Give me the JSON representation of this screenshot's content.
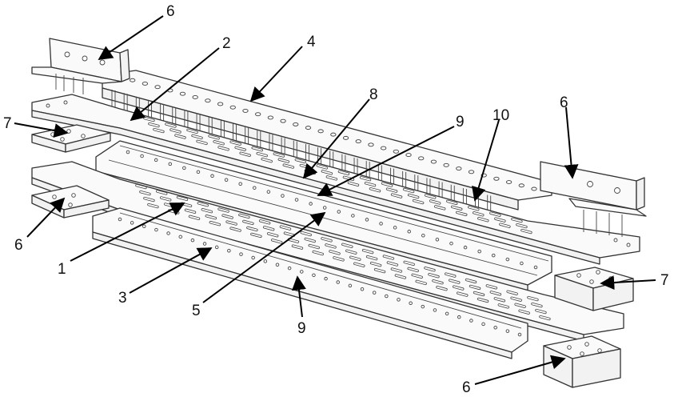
{
  "labels": [
    {
      "id": "label-6-top",
      "text": "6"
    },
    {
      "id": "label-2",
      "text": "2"
    },
    {
      "id": "label-4",
      "text": "4"
    },
    {
      "id": "label-8",
      "text": "8"
    },
    {
      "id": "label-9-upper",
      "text": "9"
    },
    {
      "id": "label-10",
      "text": "10"
    },
    {
      "id": "label-6-right",
      "text": "6"
    },
    {
      "id": "label-7-left",
      "text": "7"
    },
    {
      "id": "label-6-left",
      "text": "6"
    },
    {
      "id": "label-1",
      "text": "1"
    },
    {
      "id": "label-3",
      "text": "3"
    },
    {
      "id": "label-5",
      "text": "5"
    },
    {
      "id": "label-9-lower",
      "text": "9"
    },
    {
      "id": "label-7-right",
      "text": "7"
    },
    {
      "id": "label-6-bottom",
      "text": "6"
    }
  ]
}
